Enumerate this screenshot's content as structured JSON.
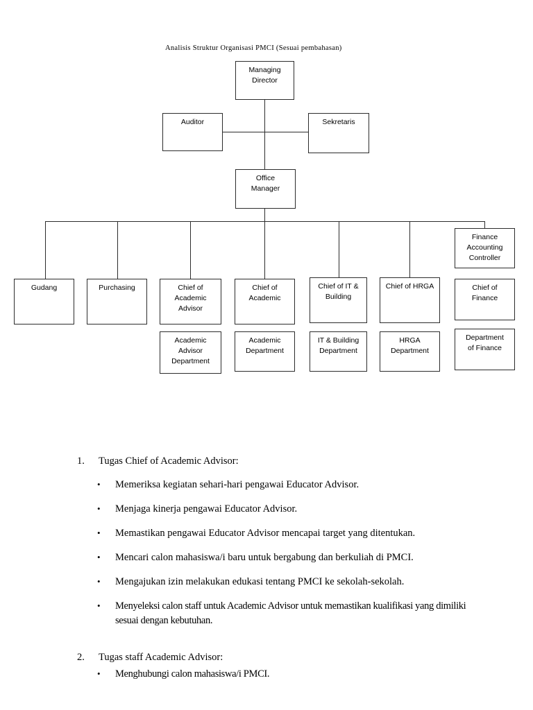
{
  "document": {
    "chart_title": "Analisis Struktur Organisasi PMCI (Sesuai pembahasan)"
  },
  "org_chart": {
    "nodes": {
      "managing_director": "Managing\nDirector",
      "auditor": "Auditor",
      "sekretaris": "Sekretaris",
      "office_manager": "Office\nManager",
      "gudang": "Gudang",
      "purchasing": "Purchasing",
      "chief_of_academic_advisor": "Chief of\nAcademic\nAdvisor",
      "chief_of_academic": "Chief of\nAcademic",
      "chief_of_it_building": "Chief of IT &\nBuilding",
      "chief_of_hrga": "Chief of HRGA",
      "finance_accounting_controller": "Finance\nAccounting\nController",
      "chief_of_finance": "Chief of\nFinance",
      "academic_advisor_department": "Academic\nAdvisor\nDepartment",
      "academic_department": "Academic\nDepartment",
      "it_building_department": "IT & Building\nDepartment",
      "hrga_department": "HRGA\nDepartment",
      "department_of_finance": "Department\nof Finance"
    }
  },
  "content": {
    "section_1": {
      "number": "1.",
      "title": "Tugas Chief of Academic Advisor:",
      "bullets": [
        "Memeriksa kegiatan sehari-hari pengawai Educator Advisor.",
        "Menjaga kinerja pengawai Educator Advisor.",
        "Memastikan pengawai Educator Advisor mencapai target yang ditentukan.",
        "Mencari calon mahasiswa/i baru untuk bergabung dan berkuliah di PMCI.",
        "Mengajukan izin melakukan edukasi tentang PMCI ke sekolah-sekolah.",
        "Menyeleksi calon staff untuk Academic Advisor untuk memastikan kualifikasi yang dimiliki sesuai dengan kebutuhan."
      ]
    },
    "section_2": {
      "number": "2.",
      "title": "Tugas staff Academic Advisor:",
      "bullets": [
        "Menghubungi calon mahasiswa/i PMCI."
      ]
    },
    "bullet_glyph": "•"
  }
}
